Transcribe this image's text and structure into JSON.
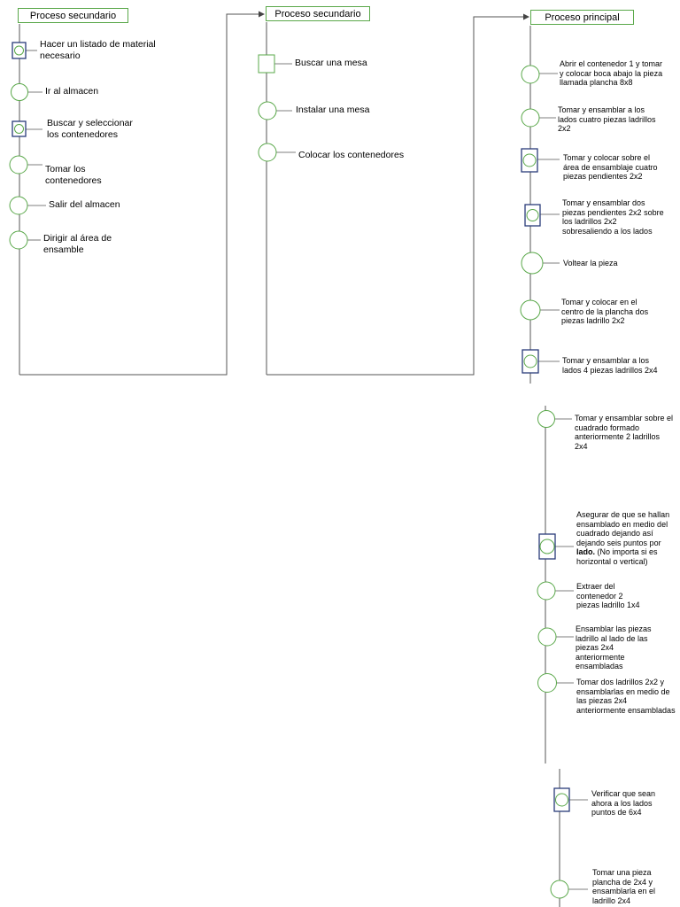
{
  "colors": {
    "operation": "#5aa84a",
    "inspection": "#2a3b7a",
    "line": "#555555"
  },
  "col1": {
    "header": "Proceso secundario",
    "steps": [
      {
        "type": "combined",
        "text": "Hacer un listado de material necesario"
      },
      {
        "type": "operation",
        "text": "Ir al almacen"
      },
      {
        "type": "combined",
        "text": "Buscar y seleccionar los contenedores"
      },
      {
        "type": "operation",
        "text": "Tomar los contenedores"
      },
      {
        "type": "operation",
        "text": "Salir del almacen"
      },
      {
        "type": "operation",
        "text": "Dirigir al área de ensamble"
      }
    ]
  },
  "col2": {
    "header": "Proceso secundario",
    "steps": [
      {
        "type": "inspection",
        "text": "Buscar una mesa"
      },
      {
        "type": "operation",
        "text": "Instalar una mesa"
      },
      {
        "type": "operation",
        "text": "Colocar los contenedores"
      }
    ]
  },
  "col3": {
    "header": "Proceso principal",
    "steps": [
      {
        "type": "operation",
        "text": "Abrir el contenedor 1 y tomar y colocar boca abajo la pieza llamada plancha 8x8"
      },
      {
        "type": "operation",
        "text": "Tomar y ensamblar a los lados cuatro piezas ladrillos 2x2"
      },
      {
        "type": "combined",
        "text": "Tomar y colocar sobre el área de ensamblaje cuatro piezas pendientes 2x2"
      },
      {
        "type": "combined",
        "text": "Tomar y ensamblar dos piezas pendientes 2x2 sobre los ladrillos 2x2 sobresaliendo a los lados"
      },
      {
        "type": "operation",
        "text": "Voltear la pieza"
      },
      {
        "type": "operation",
        "text": "Tomar y colocar en el centro de la plancha dos piezas ladrillo 2x2"
      },
      {
        "type": "combined",
        "text": "Tomar y ensamblar a los lados 4 piezas ladrillos 2x4"
      },
      {
        "type": "operation",
        "text": "Tomar y ensamblar sobre el cuadrado formado anteriormente 2 ladrillos 2x4"
      },
      {
        "type": "combined",
        "text_before": "Asegurar de que se hallan ensamblado en medio del cuadrado dejando así dejando seis puntos por ",
        "text_bold": "lado.",
        "text_after": " (No importa si es horizontal o vertical)"
      },
      {
        "type": "operation",
        "text": "Extraer del contenedor 2 piezas ladrillo 1x4"
      },
      {
        "type": "operation",
        "text": "Ensamblar las piezas ladrillo al lado de las piezas 2x4 anteriormente ensambladas"
      },
      {
        "type": "operation",
        "text": "Tomar dos ladrillos 2x2 y ensamblarlas en medio de las piezas 2x4 anteriormente ensambladas"
      },
      {
        "type": "combined",
        "text": "Verificar que sean ahora a los lados puntos de 6x4"
      },
      {
        "type": "operation",
        "text": "Tomar una pieza plancha de 2x4 y ensamblarla en el ladrillo 2x4"
      }
    ]
  }
}
